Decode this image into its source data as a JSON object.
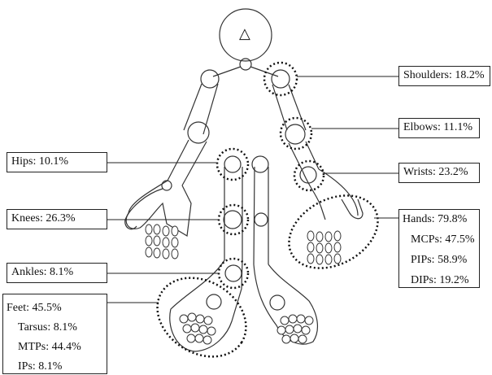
{
  "labels": {
    "shoulders": "Shoulders: 18.2%",
    "elbows": "Elbows: 11.1%",
    "wrists": "Wrists: 23.2%",
    "hips": "Hips: 10.1%",
    "knees": "Knees: 26.3%",
    "ankles": "Ankles: 8.1%",
    "hands": {
      "title": "Hands: 79.8%",
      "mcps": "MCPs: 47.5%",
      "pips": "PIPs: 58.9%",
      "dips": "DIPs: 19.2%"
    },
    "feet": {
      "title": "Feet: 45.5%",
      "tarsus": "Tarsus: 8.1%",
      "mtps": "MTPs: 44.4%",
      "ips": "IPs: 8.1%"
    }
  },
  "head_symbol": "△",
  "colors": {
    "line": "#333333",
    "dotted": "#111111",
    "background": "#ffffff"
  }
}
